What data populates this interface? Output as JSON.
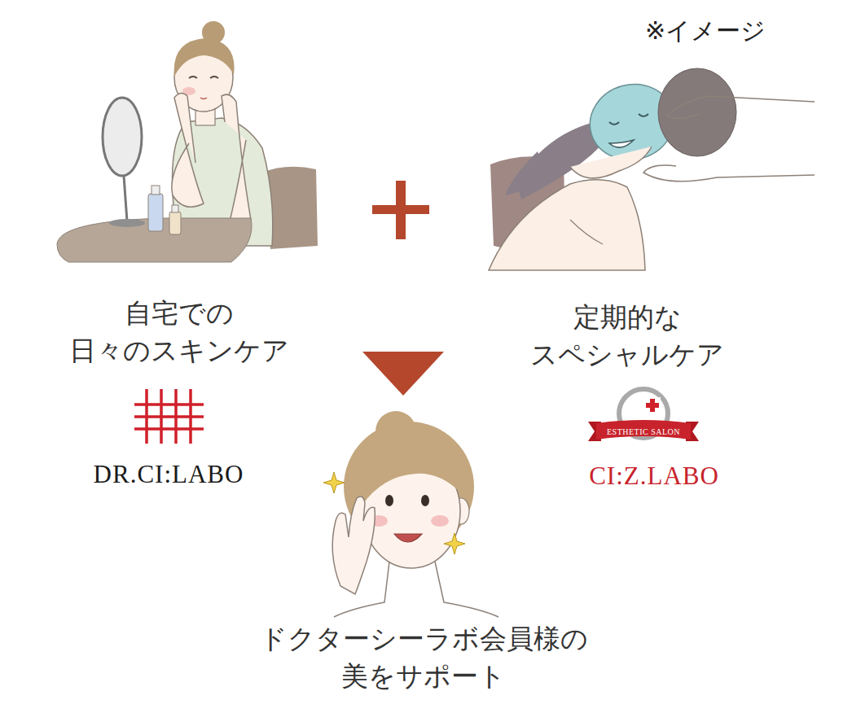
{
  "diagram": {
    "labels": [
      "※イメージ",
      "自宅での 日々のスキンケア",
      "定期的な スペシャルケア",
      "DR.CI:LABO",
      "ESTHETIC SALON",
      "CI:Z.LABO",
      "ドクターシーラボ会員様の 美をサポート"
    ]
  }
}
